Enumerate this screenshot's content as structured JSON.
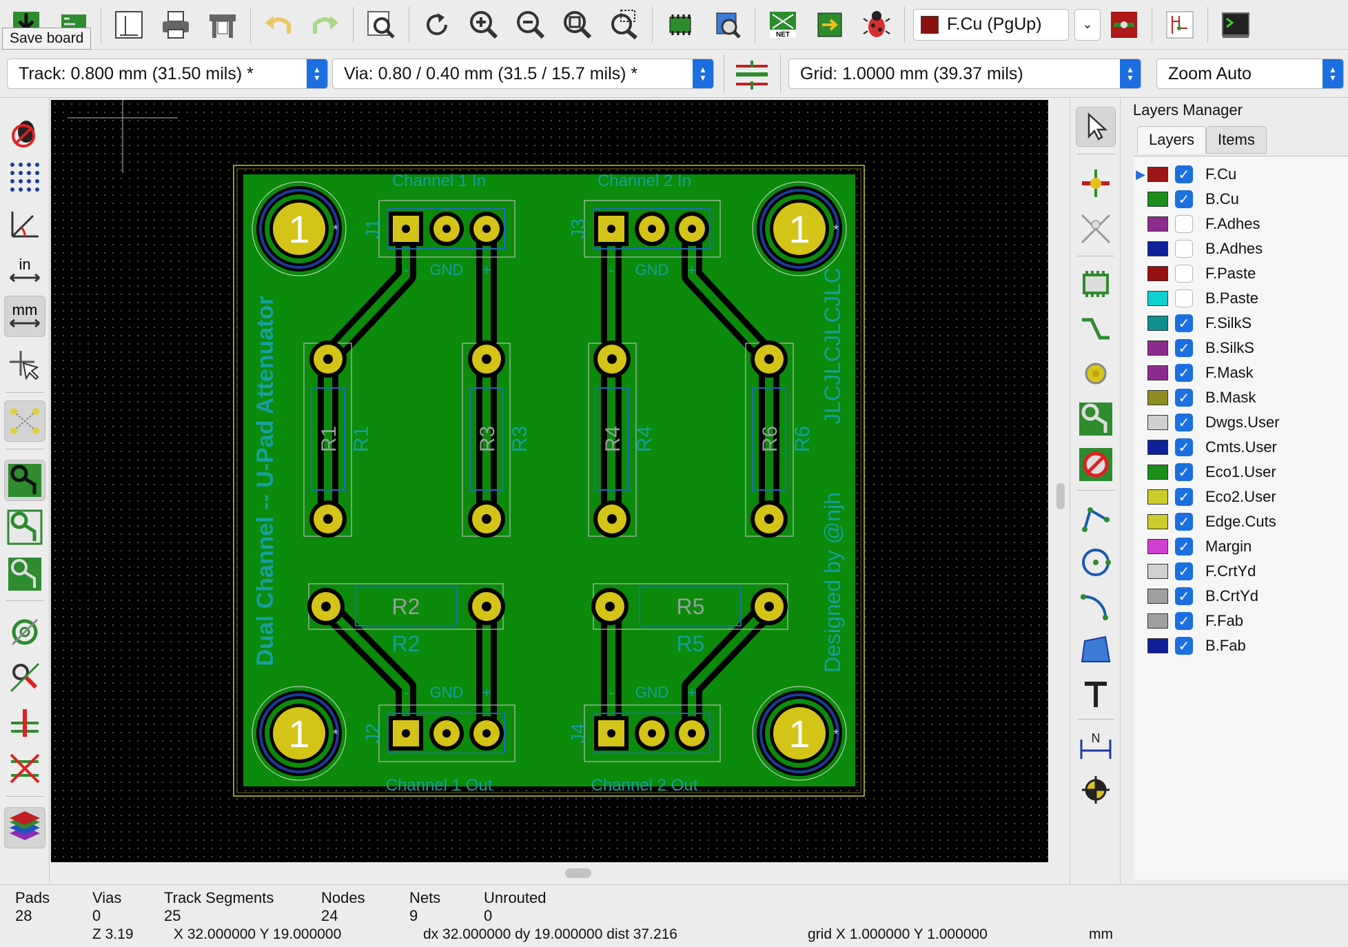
{
  "tooltip": "Save board",
  "active_layer": "F.Cu (PgUp)",
  "track_combo": "Track: 0.800 mm (31.50 mils) *",
  "via_combo": "Via: 0.80 / 0.40 mm (31.5 / 15.7 mils) *",
  "grid_combo": "Grid: 1.0000 mm (39.37 mils)",
  "zoom_combo": "Zoom Auto",
  "left_tools": [
    {
      "icon": "drc-off-icon"
    },
    {
      "icon": "grid-dots-icon"
    },
    {
      "icon": "polar-coords-icon"
    },
    {
      "icon": "units-inch-icon",
      "label": "in"
    },
    {
      "icon": "units-mm-icon",
      "label": "mm"
    },
    {
      "icon": "full-cursor-icon"
    },
    {
      "icon": "ratsnest-icon"
    },
    {
      "icon": "zone-fill-icon"
    },
    {
      "icon": "zone-outline-icon"
    },
    {
      "icon": "zone-sketch-icon"
    },
    {
      "icon": "via-sketch-icon"
    },
    {
      "icon": "track-sketch-icon"
    },
    {
      "icon": "microwave-icon"
    },
    {
      "icon": "layers-manager-icon"
    }
  ],
  "right_tools": [
    {
      "icon": "select-arrow-icon"
    },
    {
      "icon": "highlight-net-icon"
    },
    {
      "icon": "local-ratsnest-icon"
    },
    {
      "icon": "add-footprint-icon"
    },
    {
      "icon": "route-track-icon"
    },
    {
      "icon": "add-via-icon"
    },
    {
      "icon": "add-zone-icon"
    },
    {
      "icon": "keepout-icon"
    },
    {
      "icon": "add-line-icon"
    },
    {
      "icon": "add-circle-icon"
    },
    {
      "icon": "add-arc-icon"
    },
    {
      "icon": "add-polygon-icon"
    },
    {
      "icon": "add-text-icon"
    },
    {
      "icon": "add-dimension-icon"
    },
    {
      "icon": "place-origin-icon"
    }
  ],
  "layers_panel": {
    "title": "Layers Manager",
    "tabs": [
      "Layers",
      "Items"
    ],
    "layers": [
      {
        "name": "F.Cu",
        "color": "#9e1515",
        "checked": true
      },
      {
        "name": "B.Cu",
        "color": "#1a8f1a",
        "checked": true
      },
      {
        "name": "F.Adhes",
        "color": "#8e2b8e",
        "checked": false
      },
      {
        "name": "B.Adhes",
        "color": "#10209a",
        "checked": false
      },
      {
        "name": "F.Paste",
        "color": "#9a1010",
        "checked": false
      },
      {
        "name": "B.Paste",
        "color": "#10d0d0",
        "checked": false
      },
      {
        "name": "F.SilkS",
        "color": "#109090",
        "checked": true
      },
      {
        "name": "B.SilkS",
        "color": "#8e2b8e",
        "checked": true
      },
      {
        "name": "F.Mask",
        "color": "#8e2b8e",
        "checked": true
      },
      {
        "name": "B.Mask",
        "color": "#8e8e20",
        "checked": true
      },
      {
        "name": "Dwgs.User",
        "color": "#d0d0d0",
        "checked": true
      },
      {
        "name": "Cmts.User",
        "color": "#10209a",
        "checked": true
      },
      {
        "name": "Eco1.User",
        "color": "#1a8f1a",
        "checked": true
      },
      {
        "name": "Eco2.User",
        "color": "#cccc2a",
        "checked": true
      },
      {
        "name": "Edge.Cuts",
        "color": "#cccc2a",
        "checked": true
      },
      {
        "name": "Margin",
        "color": "#d040d0",
        "checked": true
      },
      {
        "name": "F.CrtYd",
        "color": "#d0d0d0",
        "checked": true
      },
      {
        "name": "B.CrtYd",
        "color": "#a0a0a0",
        "checked": true
      },
      {
        "name": "F.Fab",
        "color": "#a0a0a0",
        "checked": true
      },
      {
        "name": "B.Fab",
        "color": "#10209a",
        "checked": true
      }
    ]
  },
  "board": {
    "title_vertical": "Dual Channel -- U-Pad Attenuator",
    "designer_vertical": "Designed by @njh",
    "jlc": "JLCJLCJLCJLC",
    "ch1_in": "Channel 1 In",
    "ch2_in": "Channel 2 In",
    "ch1_out": "Channel 1 Out",
    "ch2_out": "Channel 2 Out",
    "gnd": "GND",
    "minus": "-",
    "plus": "+",
    "mount_number": "1",
    "star": "*",
    "J1": "J1",
    "J2": "J2",
    "J3": "J3",
    "J4": "J4",
    "R1": "R1",
    "R2": "R2",
    "R3": "R3",
    "R4": "R4",
    "R5": "R5",
    "R6": "R6"
  },
  "stats": [
    {
      "label": "Pads",
      "value": "28"
    },
    {
      "label": "Vias",
      "value": "0"
    },
    {
      "label": "Track Segments",
      "value": "25"
    },
    {
      "label": "Nodes",
      "value": "24"
    },
    {
      "label": "Nets",
      "value": "9"
    },
    {
      "label": "Unrouted",
      "value": "0"
    }
  ],
  "statusbar": {
    "zoom": "Z 3.19",
    "xy": "X 32.000000  Y 19.000000",
    "delta": "dx 32.000000  dy 19.000000  dist 37.216",
    "grid": "grid X 1.000000  Y 1.000000",
    "units": "mm"
  }
}
